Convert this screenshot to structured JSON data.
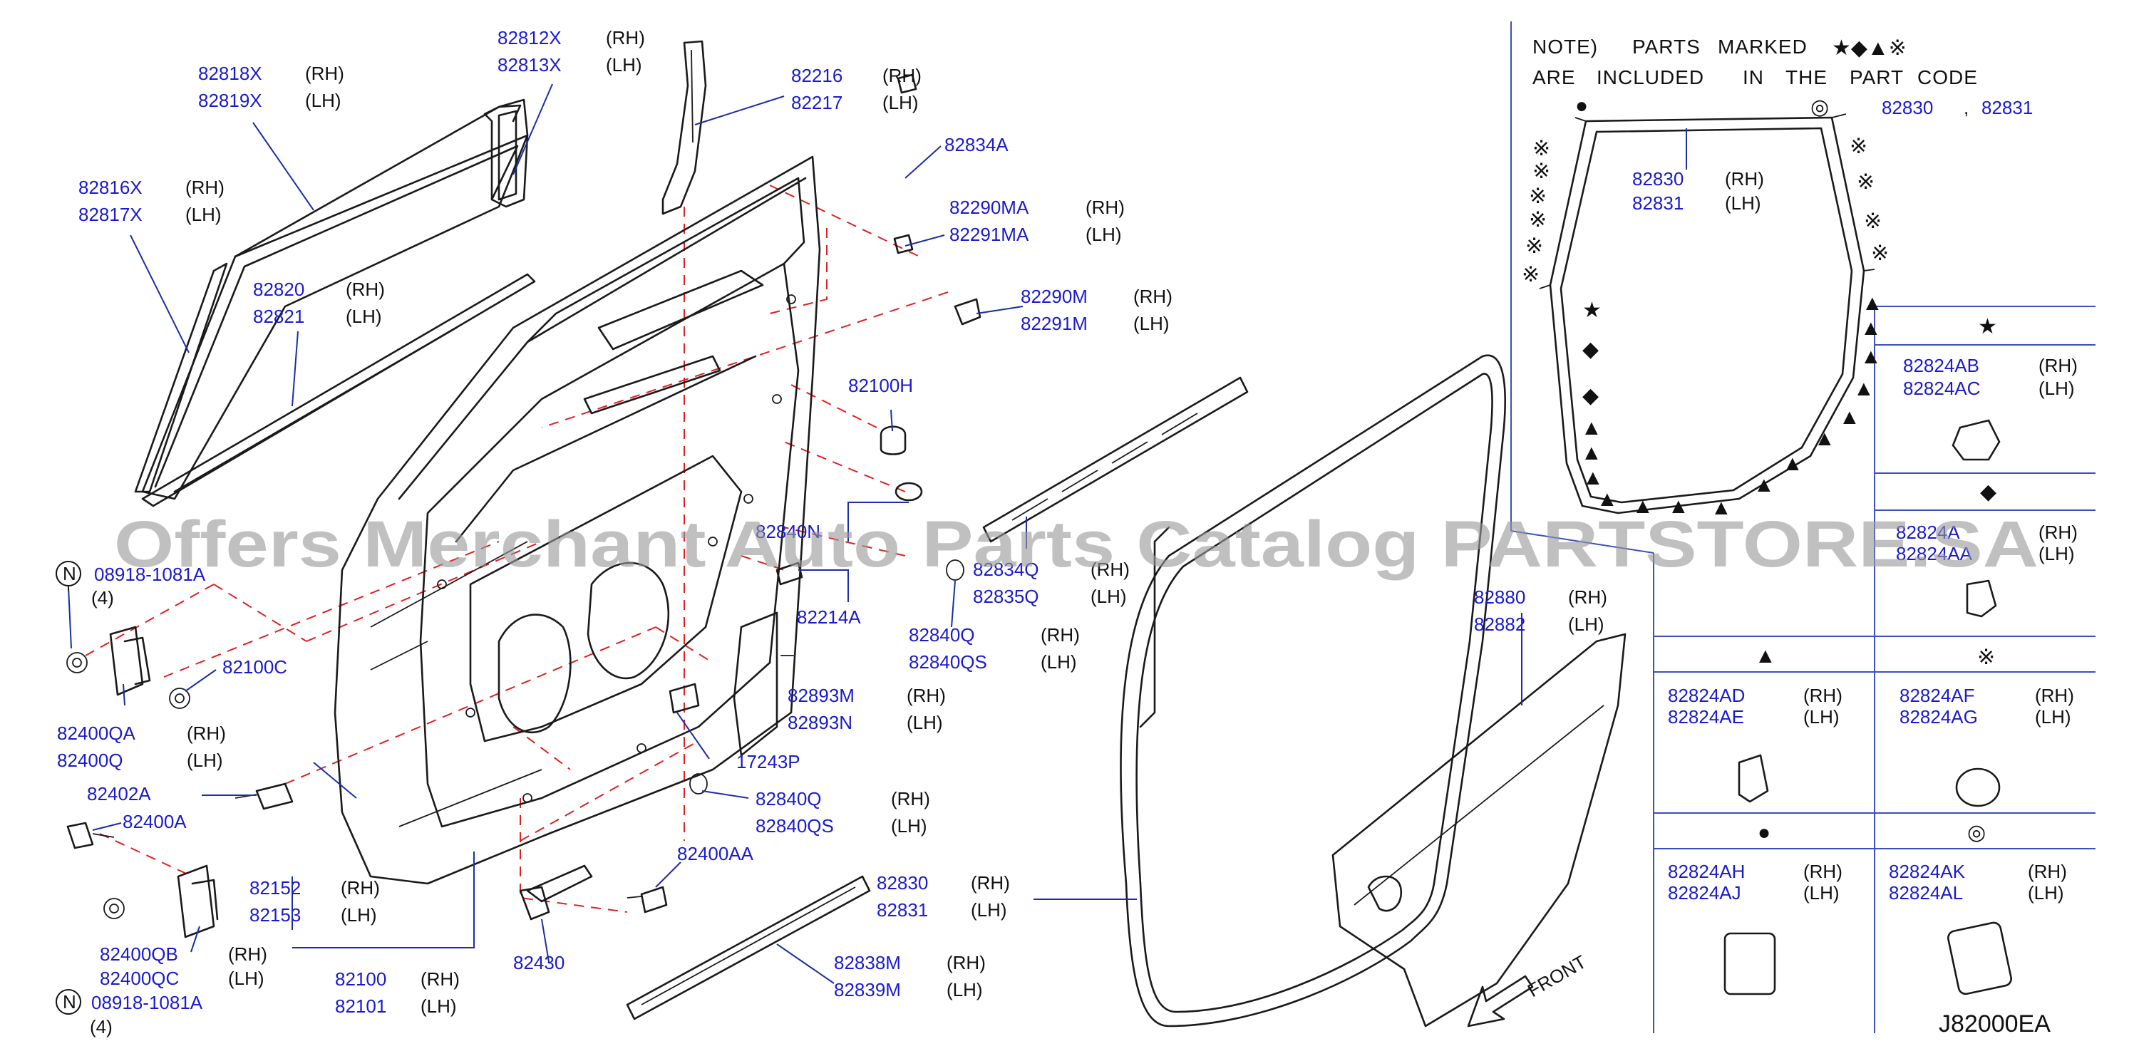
{
  "diagram": {
    "reference_code": "J82000EA",
    "watermark": "Offers Merchant Auto Parts Catalog PARTSTORE.SA",
    "note": {
      "line1_words": [
        "NOTE)",
        "PARTS",
        "MARKED"
      ],
      "line2_words": [
        "ARE",
        "INCLUDED",
        "IN",
        "THE",
        "PART",
        "CODE"
      ],
      "symbols": "★◆▲※",
      "codes": [
        "82830",
        ",",
        "82831"
      ]
    },
    "front_label": "FRONT",
    "sides": {
      "rh": "(RH)",
      "lh": "(LH)"
    },
    "callouts": [
      {
        "num": "82818X",
        "side": "(RH)"
      },
      {
        "num": "82819X",
        "side": "(LH)"
      },
      {
        "num": "82812X",
        "side": "(RH)"
      },
      {
        "num": "82813X",
        "side": "(LH)"
      },
      {
        "num": "82216",
        "side": "(RH)"
      },
      {
        "num": "82217",
        "side": "(LH)"
      },
      {
        "num": "82834A"
      },
      {
        "num": "82290MA",
        "side": "(RH)"
      },
      {
        "num": "82291MA",
        "side": "(LH)"
      },
      {
        "num": "82816X",
        "side": "(RH)"
      },
      {
        "num": "82817X",
        "side": "(LH)"
      },
      {
        "num": "82820",
        "side": "(RH)"
      },
      {
        "num": "82821",
        "side": "(LH)"
      },
      {
        "num": "82290M",
        "side": "(RH)"
      },
      {
        "num": "82291M",
        "side": "(LH)"
      },
      {
        "num": "82100H"
      },
      {
        "num": "82840N"
      },
      {
        "num": "82834Q",
        "side": "(RH)"
      },
      {
        "num": "82835Q",
        "side": "(LH)"
      },
      {
        "num": "82214A"
      },
      {
        "num": "82840Q",
        "side": "(RH)"
      },
      {
        "num": "82840QS",
        "side": "(LH)"
      },
      {
        "num": "82893M",
        "side": "(RH)"
      },
      {
        "num": "82893N",
        "side": "(LH)"
      },
      {
        "num": "17243P"
      },
      {
        "num": "82840Q",
        "side": "(RH)"
      },
      {
        "num": "82840QS",
        "side": "(LH)"
      },
      {
        "num": "08918-1081A",
        "qty": "(4)",
        "badge": "N"
      },
      {
        "num": "82100C"
      },
      {
        "num": "82400QA",
        "side": "(RH)"
      },
      {
        "num": "82400Q",
        "side": "(LH)"
      },
      {
        "num": "82402A"
      },
      {
        "num": "82400A"
      },
      {
        "num": "82400QB",
        "side": "(RH)"
      },
      {
        "num": "82400QC",
        "side": "(LH)"
      },
      {
        "num": "08918-1081A",
        "qty": "(4)",
        "badge": "N"
      },
      {
        "num": "82152",
        "side": "(RH)"
      },
      {
        "num": "82153",
        "side": "(LH)"
      },
      {
        "num": "82100",
        "side": "(RH)"
      },
      {
        "num": "82101",
        "side": "(LH)"
      },
      {
        "num": "82430"
      },
      {
        "num": "82400AA"
      },
      {
        "num": "82830",
        "side": "(RH)"
      },
      {
        "num": "82831",
        "side": "(LH)"
      },
      {
        "num": "82838M",
        "side": "(RH)"
      },
      {
        "num": "82839M",
        "side": "(LH)"
      },
      {
        "num": "82880",
        "side": "(RH)"
      },
      {
        "num": "82882",
        "side": "(LH)"
      },
      {
        "num": "82830",
        "side": "(RH)"
      },
      {
        "num": "82831",
        "side": "(LH)"
      }
    ],
    "clip_table": [
      {
        "symbol": "★",
        "icon": "star-icon",
        "rh": "82824AB",
        "lh": "82824AC",
        "rh_side": "(RH)",
        "lh_side": "(LH)"
      },
      {
        "symbol": "◆",
        "icon": "diamond-icon",
        "rh": "82824A",
        "lh": "82824AA",
        "rh_side": "(RH)",
        "lh_side": "(LH)"
      },
      {
        "symbol": "▲",
        "icon": "triangle-icon",
        "rh": "82824AD",
        "lh": "82824AE",
        "rh_side": "(RH)",
        "lh_side": "(LH)"
      },
      {
        "symbol": "※",
        "icon": "reference-mark-icon",
        "rh": "82824AF",
        "lh": "82824AG",
        "rh_side": "(RH)",
        "lh_side": "(LH)"
      },
      {
        "symbol": "●",
        "icon": "dot-icon",
        "rh": "82824AH",
        "lh": "82824AJ",
        "rh_side": "(RH)",
        "lh_side": "(LH)"
      },
      {
        "symbol": "◎",
        "icon": "double-circle-icon",
        "rh": "82824AK",
        "lh": "82824AL",
        "rh_side": "(RH)",
        "lh_side": "(LH)"
      }
    ],
    "colors": {
      "part_number": "#1a1ad0",
      "leader": "#1a2ea8",
      "guide_dashes": "#e02020",
      "outline": "#1a1a1a"
    }
  }
}
